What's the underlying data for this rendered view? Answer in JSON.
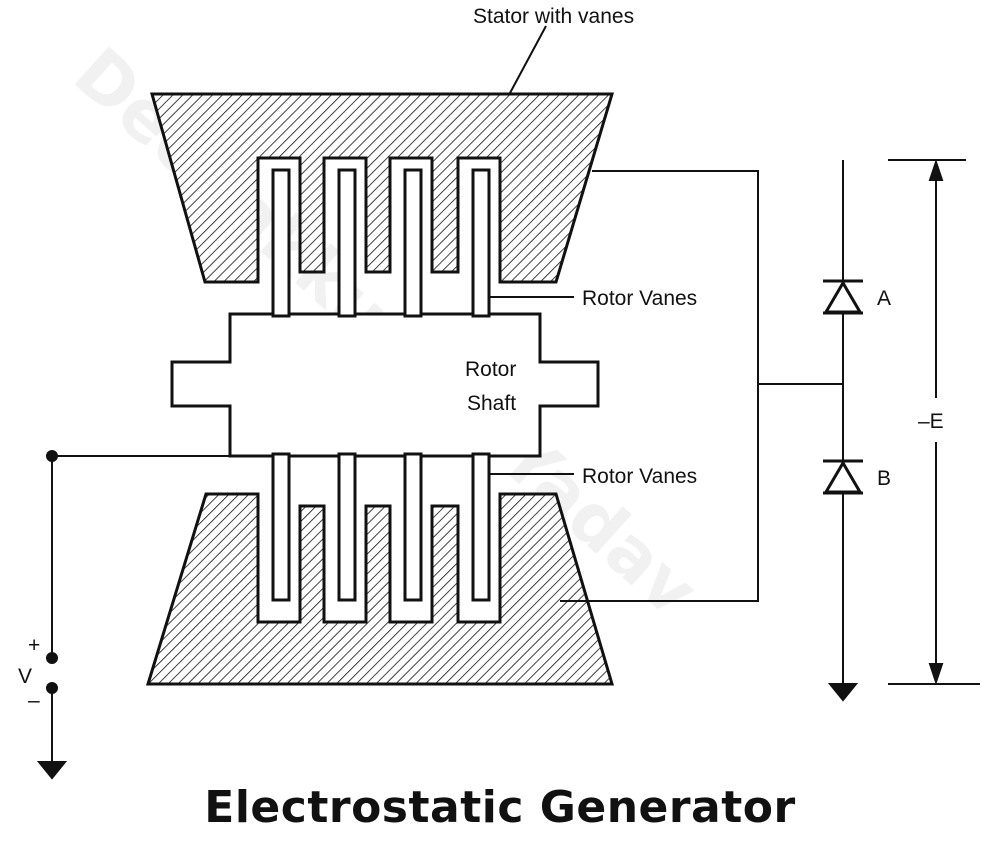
{
  "labels": {
    "stator": "Stator with vanes",
    "rotor_vanes_top": "Rotor Vanes",
    "rotor_vanes_bottom": "Rotor Vanes",
    "rotor_line1": "Rotor",
    "rotor_line2": "Shaft",
    "diode_a": "A",
    "diode_b": "B",
    "voltage_e": "–E",
    "plus": "+",
    "minus": "–",
    "voltage_v": "V"
  },
  "caption": "Electrostatic Generator",
  "watermark": "Deepakkumar Yadav",
  "colors": {
    "ink": "#111111",
    "background": "#ffffff"
  }
}
